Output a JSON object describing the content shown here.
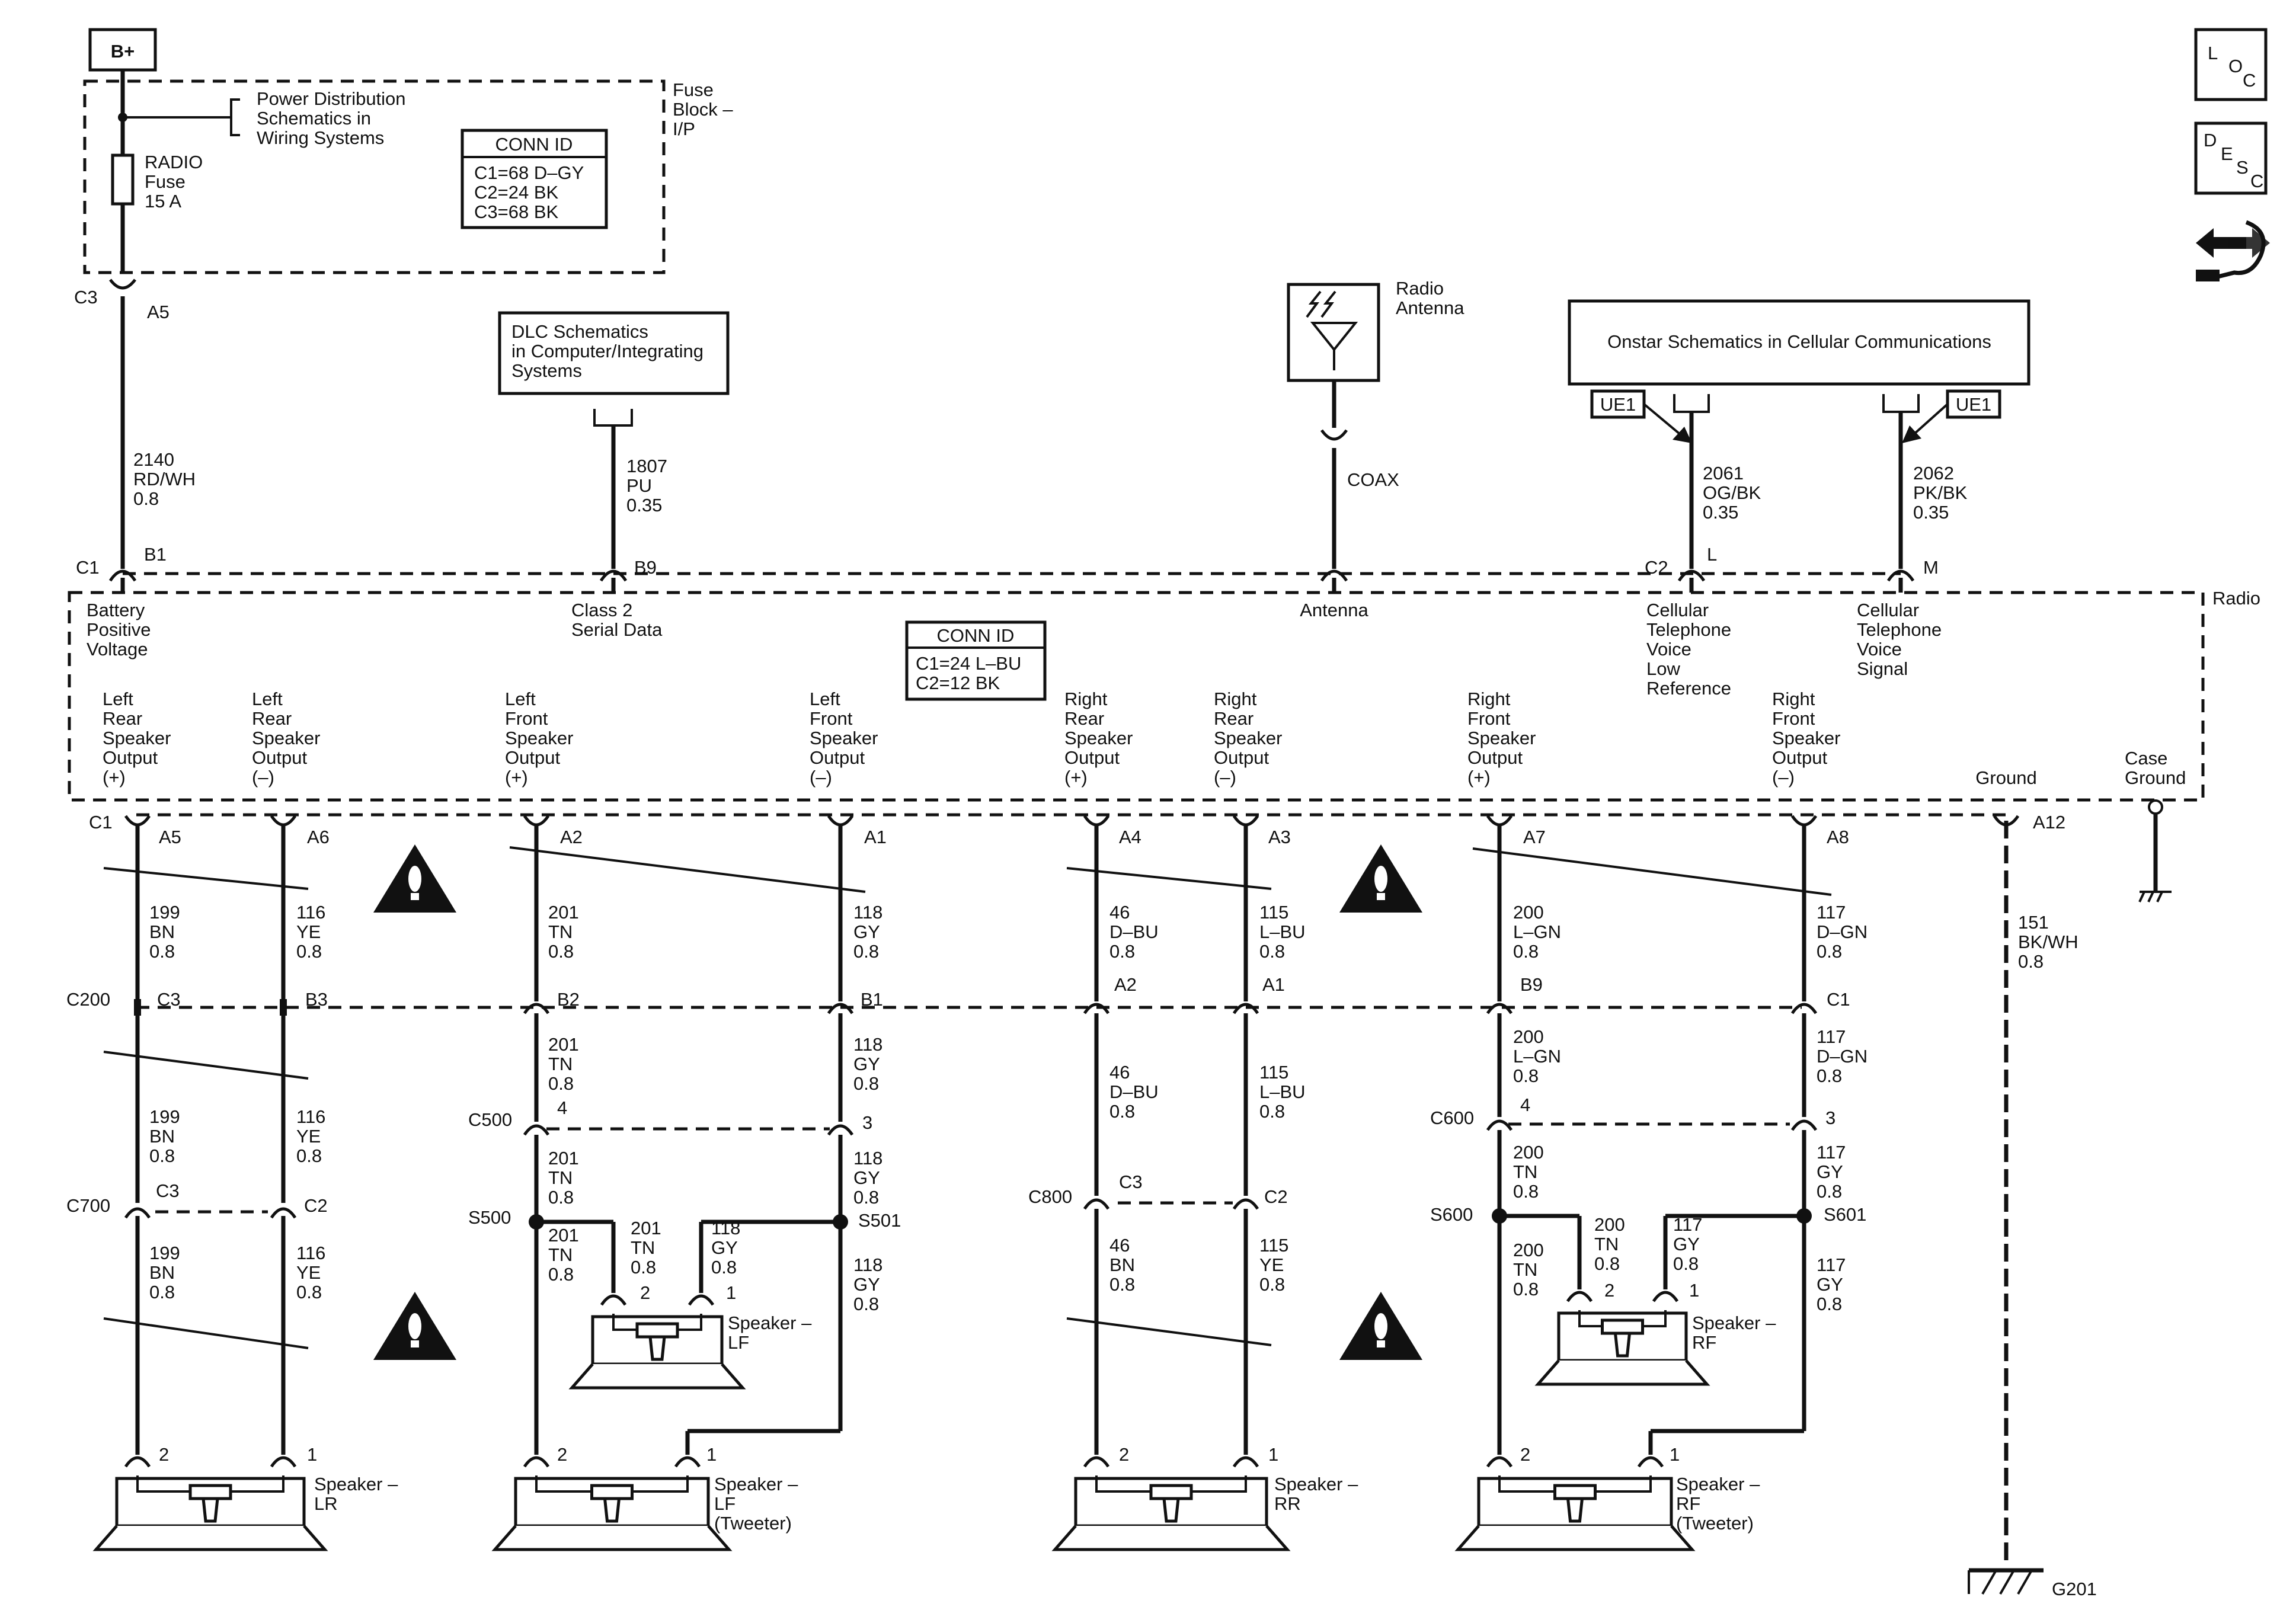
{
  "top": {
    "battery": "B+",
    "power_ref": [
      "Power Distribution",
      "Schematics in",
      "Wiring Systems"
    ],
    "fuse": [
      "RADIO",
      "Fuse",
      "15 A"
    ],
    "fuse_block": [
      "Fuse",
      "Block –",
      "I/P"
    ],
    "conn_title": "CONN ID",
    "conn_lines": [
      "C1=68 D–GY",
      "C2=24 BK",
      "C3=68 BK"
    ],
    "c3_label": "C3",
    "a5_label": "A5",
    "wire_2140": [
      "2140",
      "RD/WH",
      "0.8"
    ]
  },
  "dlc": {
    "box": [
      "DLC Schematics",
      "in Computer/Integrating",
      "Systems"
    ],
    "wire": [
      "1807",
      "PU",
      "0.35"
    ]
  },
  "antenna": {
    "label": [
      "Radio",
      "Antenna"
    ],
    "coax": "COAX"
  },
  "onstar": {
    "box": "Onstar Schematics in Cellular Communications",
    "ue_left": "UE1",
    "ue_right": "UE1",
    "wire_2061": [
      "2061",
      "OG/BK",
      "0.35"
    ],
    "wire_2062": [
      "2062",
      "PK/BK",
      "0.35"
    ]
  },
  "radio": {
    "name": "Radio",
    "c1": "C1",
    "b1": "B1",
    "b9": "B9",
    "c2": "C2",
    "l": "L",
    "m": "M",
    "pins_top": {
      "battery": [
        "Battery",
        "Positive",
        "Voltage"
      ],
      "class2": [
        "Class 2",
        "Serial Data"
      ],
      "antenna": "Antenna",
      "cell_low": [
        "Cellular",
        "Telephone",
        "Voice",
        "Low",
        "Reference"
      ],
      "cell_sig": [
        "Cellular",
        "Telephone",
        "Voice",
        "Signal"
      ]
    },
    "conn_title": "CONN ID",
    "conn_lines": [
      "C1=24 L–BU",
      "C2=12 BK"
    ],
    "outputs": [
      [
        "Left",
        "Rear",
        "Speaker",
        "Output",
        "(+)"
      ],
      [
        "Left",
        "Rear",
        "Speaker",
        "Output",
        "(–)"
      ],
      [
        "Left",
        "Front",
        "Speaker",
        "Output",
        "(+)"
      ],
      [
        "Left",
        "Front",
        "Speaker",
        "Output",
        "(–)"
      ],
      [
        "Right",
        "Rear",
        "Speaker",
        "Output",
        "(+)"
      ],
      [
        "Right",
        "Rear",
        "Speaker",
        "Output",
        "(–)"
      ],
      [
        "Right",
        "Front",
        "Speaker",
        "Output",
        "(+)"
      ],
      [
        "Right",
        "Front",
        "Speaker",
        "Output",
        "(–)"
      ]
    ],
    "ground": "Ground",
    "case_ground": [
      "Case",
      "Ground"
    ],
    "bottom_c1": "C1",
    "bottom_pins": [
      "A5",
      "A6",
      "A2",
      "A1",
      "A4",
      "A3",
      "A7",
      "A8",
      "A12"
    ]
  },
  "wires_upper": [
    [
      "199",
      "BN",
      "0.8"
    ],
    [
      "116",
      "YE",
      "0.8"
    ],
    [
      "201",
      "TN",
      "0.8"
    ],
    [
      "118",
      "GY",
      "0.8"
    ],
    [
      "46",
      "D–BU",
      "0.8"
    ],
    [
      "115",
      "L–BU",
      "0.8"
    ],
    [
      "200",
      "L–GN",
      "0.8"
    ],
    [
      "117",
      "D–GN",
      "0.8"
    ]
  ],
  "ground_wire": [
    "151",
    "BK/WH",
    "0.8"
  ],
  "c200": {
    "label": "C200",
    "pins": [
      "C3",
      "B3",
      "B2",
      "B1",
      "A2",
      "A1",
      "B9",
      "C1"
    ]
  },
  "wires_mid": [
    [
      "199",
      "BN",
      "0.8"
    ],
    [
      "116",
      "YE",
      "0.8"
    ],
    [
      "201",
      "TN",
      "0.8"
    ],
    [
      "118",
      "GY",
      "0.8"
    ],
    [
      "46",
      "D–BU",
      "0.8"
    ],
    [
      "115",
      "L–BU",
      "0.8"
    ],
    [
      "200",
      "L–GN",
      "0.8"
    ],
    [
      "117",
      "D–GN",
      "0.8"
    ]
  ],
  "c500": {
    "label": "C500",
    "p1": "4",
    "p2": "3"
  },
  "c600": {
    "label": "C600",
    "p1": "4",
    "p2": "3"
  },
  "c700": {
    "label": "C700",
    "p1": "C3",
    "p2": "C2"
  },
  "c800": {
    "label": "C800",
    "p1": "C3",
    "p2": "C2"
  },
  "wires_c500": [
    [
      "201",
      "TN",
      "0.8"
    ],
    [
      "118",
      "GY",
      "0.8"
    ]
  ],
  "wires_c600": [
    [
      "200",
      "TN",
      "0.8"
    ],
    [
      "117",
      "GY",
      "0.8"
    ]
  ],
  "wires_lower": [
    [
      "199",
      "BN",
      "0.8"
    ],
    [
      "116",
      "YE",
      "0.8"
    ],
    [
      "201",
      "TN",
      "0.8"
    ],
    [
      "118",
      "GY",
      "0.8"
    ],
    [
      "46",
      "BN",
      "0.8"
    ],
    [
      "115",
      "YE",
      "0.8"
    ],
    [
      "200",
      "TN",
      "0.8"
    ],
    [
      "117",
      "GY",
      "0.8"
    ]
  ],
  "branch_lf": [
    [
      "201",
      "TN",
      "0.8"
    ],
    [
      "118",
      "GY",
      "0.8"
    ]
  ],
  "branch_rf": [
    [
      "200",
      "TN",
      "0.8"
    ],
    [
      "117",
      "GY",
      "0.8"
    ]
  ],
  "splices": {
    "s500": "S500",
    "s501": "S501",
    "s600": "S600",
    "s601": "S601"
  },
  "speakers": {
    "lr": [
      "Speaker –",
      "LR"
    ],
    "lf_tweeter": [
      "Speaker –",
      "LF",
      "(Tweeter)"
    ],
    "rr": [
      "Speaker –",
      "RR"
    ],
    "rf_tweeter": [
      "Speaker –",
      "RF",
      "(Tweeter)"
    ],
    "lf": [
      "Speaker –",
      "LF"
    ],
    "rf": [
      "Speaker –",
      "RF"
    ],
    "pin2": "2",
    "pin1": "1"
  },
  "g201": "G201",
  "side_icons": {
    "loc": [
      "L",
      "O",
      "C"
    ],
    "desc": [
      "D",
      "E",
      "S",
      "C"
    ]
  }
}
